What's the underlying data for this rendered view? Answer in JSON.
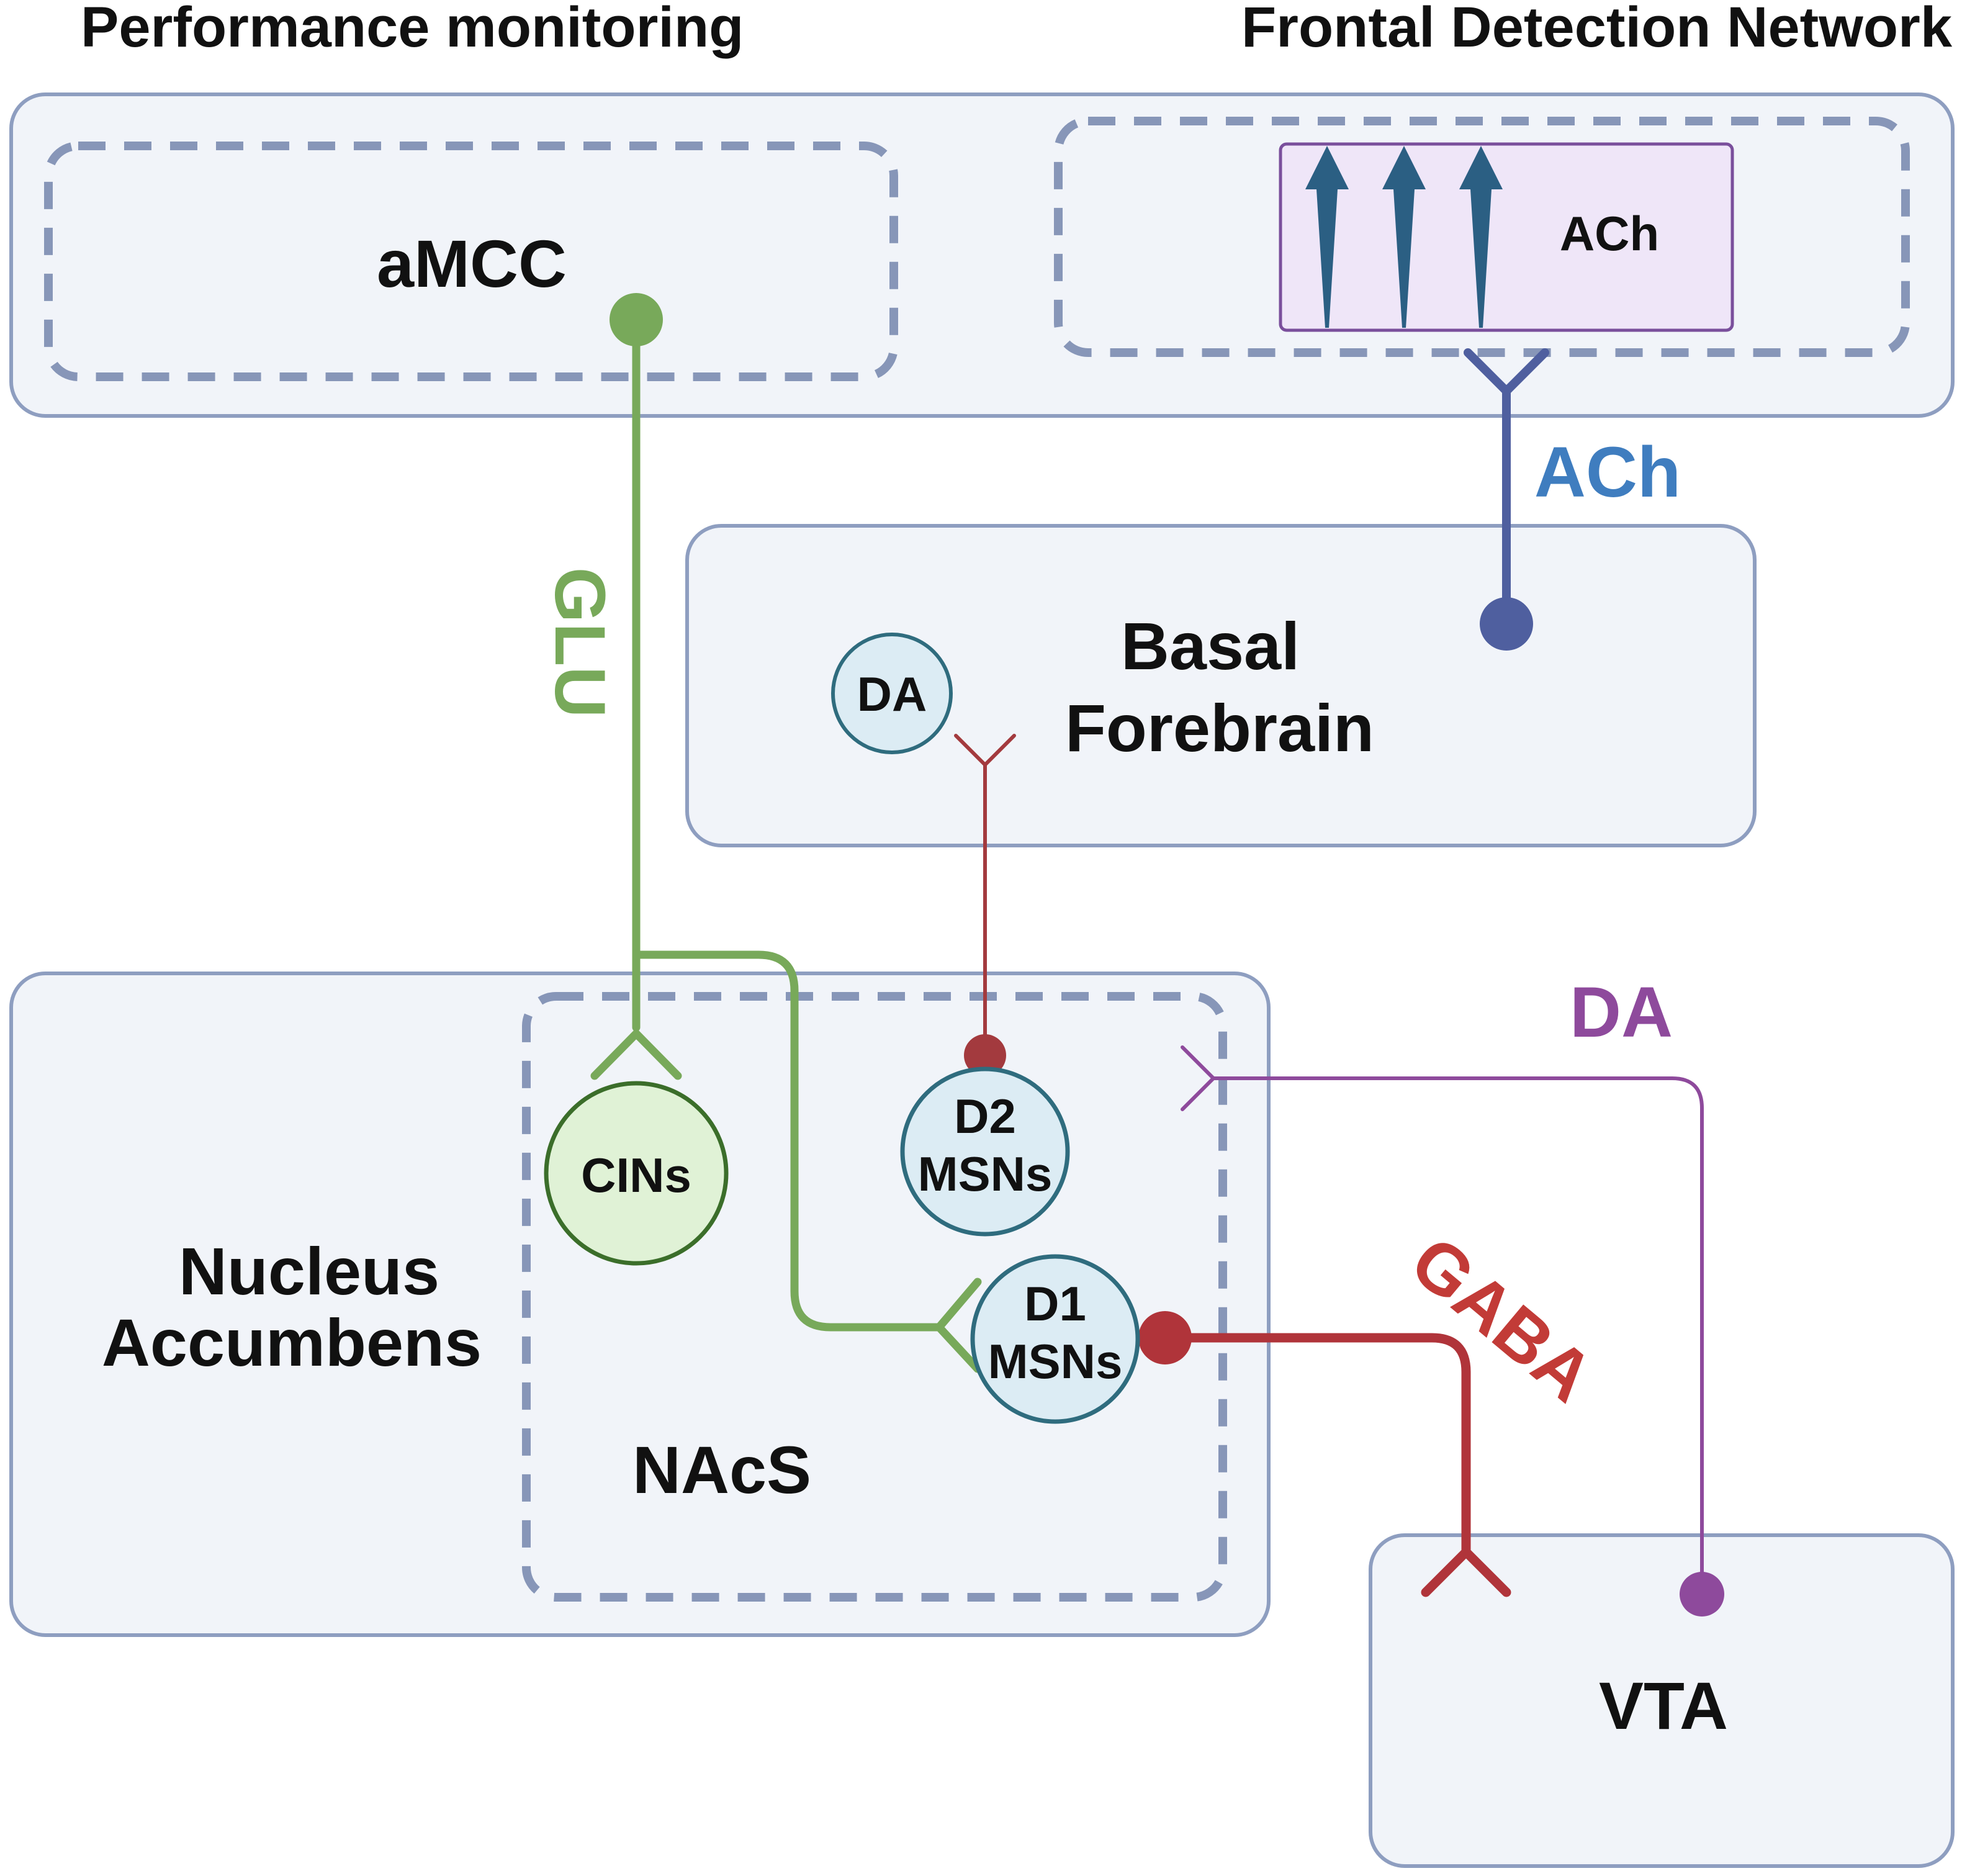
{
  "headings": {
    "left": "Performance monitoring",
    "right": "Frontal Detection Network"
  },
  "regions": {
    "amcc": "aMCC",
    "ach_box": "ACh",
    "basal_forebrain_line1": "Basal",
    "basal_forebrain_line2": "Forebrain",
    "nucleus_accumbens_line1": "Nucleus",
    "nucleus_accumbens_line2": "Accumbens",
    "nacs": "NAcS",
    "vta": "VTA"
  },
  "cells": {
    "da": "DA",
    "cins": "CINs",
    "d2_line1": "D2",
    "d2_line2": "MSNs",
    "d1_line1": "D1",
    "d1_line2": "MSNs"
  },
  "pathways": {
    "glu": "GLU",
    "ach": "ACh",
    "da": "DA",
    "gaba": "GABA"
  },
  "colors": {
    "glu": "#78a95a",
    "ach": "#4f5f9f",
    "ach_label": "#3f7dbf",
    "da": "#8e4a9c",
    "gaba": "#b0343a",
    "d2_projection": "#a33a3e",
    "cell_blue_fill": "#dcecf4",
    "cell_blue_stroke": "#2f6c7e",
    "cell_green_fill": "#e0f2d6",
    "cell_green_stroke": "#3b6e2a",
    "ach_box_fill": "#efe6f8",
    "ach_box_stroke": "#7a4f9c",
    "column_arrow": "#2b5f83"
  }
}
